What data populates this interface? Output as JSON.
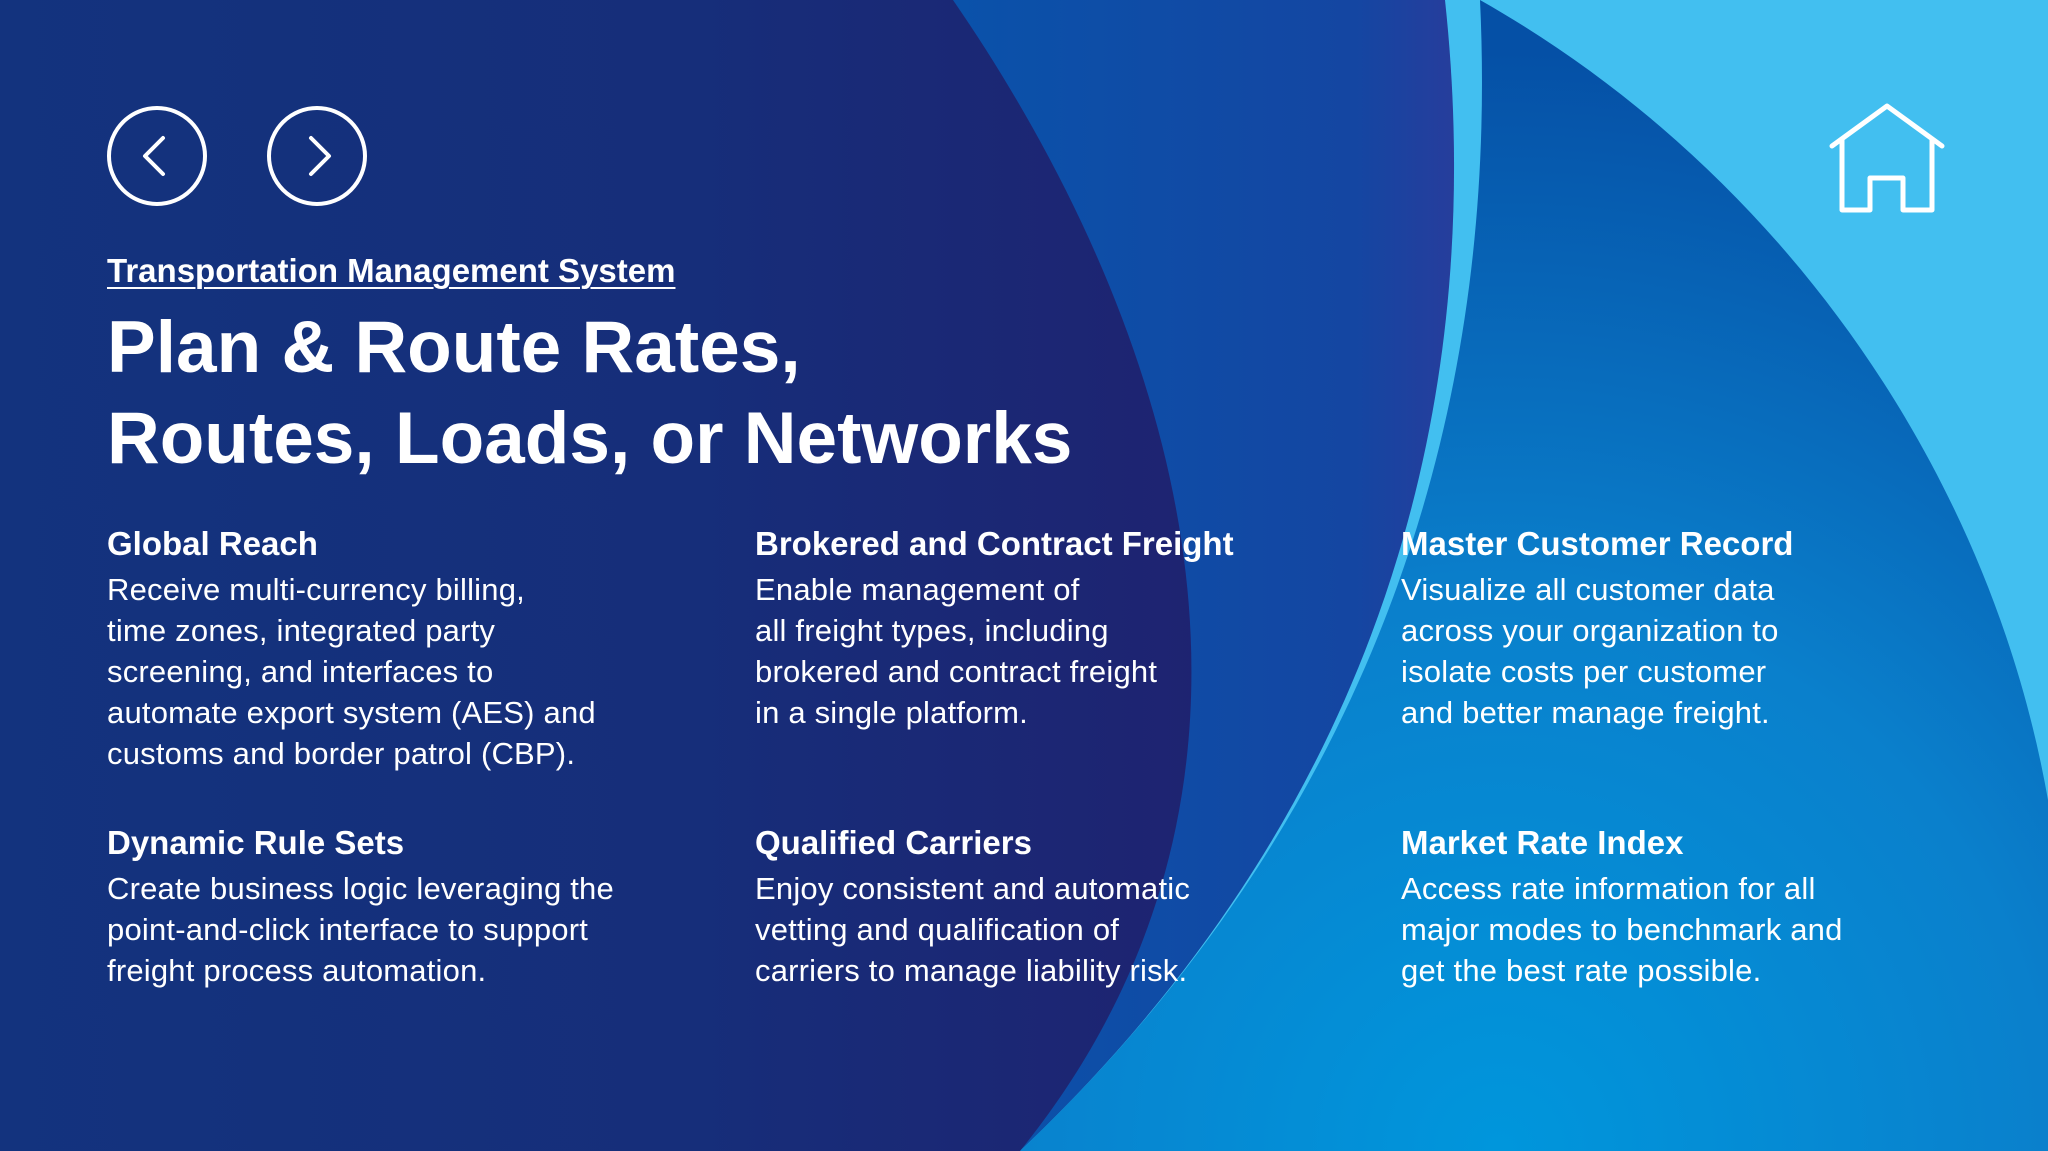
{
  "nav": {
    "back_icon": "chevron-left-icon",
    "forward_icon": "chevron-right-icon",
    "home_icon": "home-icon"
  },
  "colors": {
    "navy": "#13317c",
    "purple": "#1f2470",
    "mid_blue": "#0b4ea6",
    "bright_blue": "#0090d8",
    "light_blue": "#42bff0",
    "text": "#ffffff"
  },
  "header": {
    "subtitle": "Transportation Management System",
    "title_lines": [
      "Plan & Route Rates,",
      "Routes, Loads, or Networks"
    ]
  },
  "features": [
    {
      "heading": "Global Reach",
      "lines": [
        "Receive multi-currency billing,",
        "time zones, integrated party",
        "screening, and interfaces to",
        "automate export system (AES) and",
        "customs and border patrol (CBP)."
      ]
    },
    {
      "heading": "Brokered and Contract Freight",
      "lines": [
        "Enable management of",
        "all freight types, including",
        "brokered and contract freight",
        "in a single platform."
      ]
    },
    {
      "heading": "Master Customer Record",
      "lines": [
        "Visualize all customer data",
        "across your organization to",
        "isolate costs per customer",
        "and better manage freight."
      ]
    },
    {
      "heading": "Dynamic Rule Sets",
      "lines": [
        "Create business logic leveraging the",
        "point-and-click interface to support",
        "freight process automation."
      ]
    },
    {
      "heading": "Qualified Carriers",
      "lines": [
        "Enjoy consistent and automatic",
        "vetting and qualification of",
        "carriers to manage liability risk."
      ]
    },
    {
      "heading": "Market Rate Index",
      "lines": [
        "Access rate information for all",
        "major modes to benchmark and",
        "get the best rate possible."
      ]
    }
  ]
}
